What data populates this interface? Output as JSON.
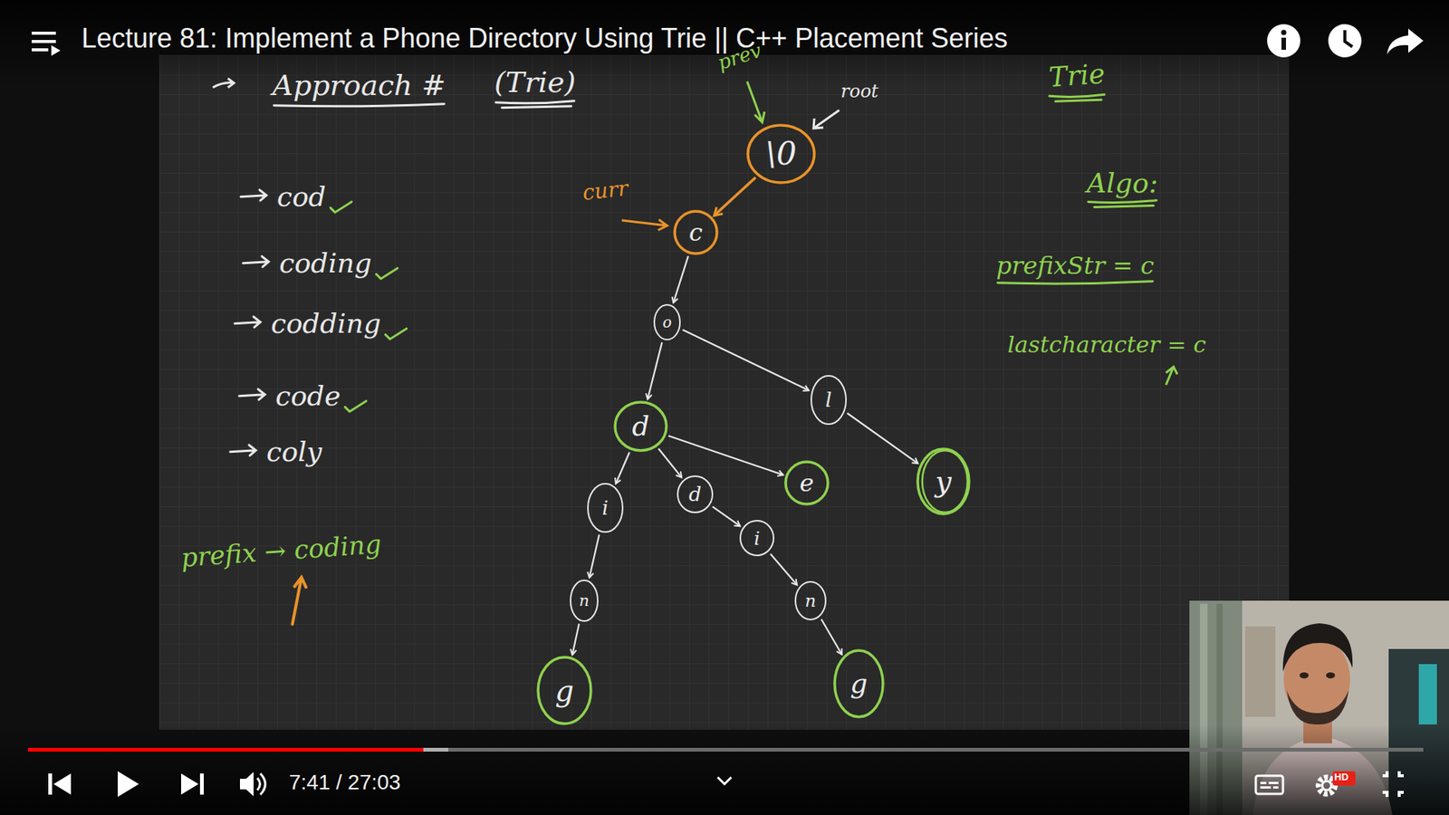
{
  "diagram": {
    "title": "Lecture 81: Implement a Phone Directory Using Trie || C++ Placement Series",
    "nodes": [
      {
        "text": [
          "\\0"
        ]
      },
      {
        "text": [
          "c"
        ]
      },
      {
        "text": [
          "o"
        ]
      },
      {
        "text": [
          "d"
        ]
      },
      {
        "text": [
          "l"
        ]
      },
      {
        "text": [
          "i"
        ]
      },
      {
        "text": [
          "d"
        ]
      },
      {
        "text": [
          "e"
        ]
      },
      {
        "text": [
          "y"
        ]
      },
      {
        "text": [
          "i"
        ]
      },
      {
        "text": [
          "n"
        ]
      },
      {
        "text": [
          "n"
        ]
      },
      {
        "text": [
          "g"
        ]
      },
      {
        "text": [
          "g"
        ]
      }
    ],
    "edges": [
      {
        "from": 0,
        "to": 1,
        "arrow": "to"
      },
      {
        "from": 1,
        "to": 2,
        "arrow": "to"
      },
      {
        "from": 2,
        "to": 3,
        "arrow": "to"
      },
      {
        "from": 2,
        "to": 4,
        "arrow": "to"
      },
      {
        "from": 3,
        "to": 5,
        "arrow": "to"
      },
      {
        "from": 3,
        "to": 6,
        "arrow": "to"
      },
      {
        "from": 3,
        "to": 7,
        "arrow": "to"
      },
      {
        "from": 4,
        "to": 8,
        "arrow": "to"
      },
      {
        "from": 5,
        "to": 10,
        "arrow": "to"
      },
      {
        "from": 6,
        "to": 9,
        "arrow": "to"
      },
      {
        "from": 9,
        "to": 11,
        "arrow": "to"
      },
      {
        "from": 10,
        "to": 12,
        "arrow": "to"
      },
      {
        "from": 11,
        "to": 13,
        "arrow": "to"
      }
    ],
    "labels": [
      "Approach #",
      "(Trie)",
      "prev",
      "root",
      "curr",
      "Trie",
      "Algo:",
      "cod",
      "coding",
      "codding",
      "code",
      "coly",
      "prefixStr = c",
      "lastcharacter = c",
      "prefix → coding",
      "7:41 / 27:03",
      "HD"
    ]
  }
}
